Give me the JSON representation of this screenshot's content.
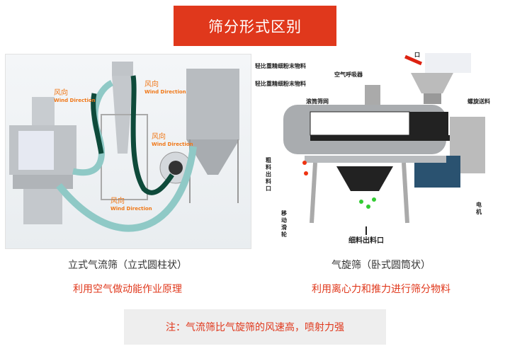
{
  "header": {
    "title": "筛分形式区别"
  },
  "left": {
    "wind_labels": [
      {
        "cn": "风向",
        "en": "Wind Direction"
      },
      {
        "cn": "风向",
        "en": "Wind Direction"
      },
      {
        "cn": "风向",
        "en": "Wind Direction"
      },
      {
        "cn": "风向",
        "en": "Wind Direction"
      }
    ],
    "caption": "立式气流筛（立式圆柱状）",
    "subcaption": "利用空气做动能作业原理"
  },
  "right": {
    "labels": {
      "inlet": "口",
      "light1": "轻比重精细粉末物料",
      "light2": "轻比重精细粉末物料",
      "breather": "空气呼吸器",
      "drum": "滚筒筛网",
      "screw": "螺旋送料",
      "coarse": "粗料出料口",
      "motor": "电机",
      "wheels": "移动滑轮",
      "fine": "细料出料口"
    },
    "caption": "气旋筛（卧式圆筒状）",
    "subcaption": "利用离心力和推力进行筛分物料"
  },
  "note": "注：气流筛比气旋筛的风速高，喷射力强",
  "colors": {
    "accent": "#e0381c",
    "wind": "#f07818"
  }
}
